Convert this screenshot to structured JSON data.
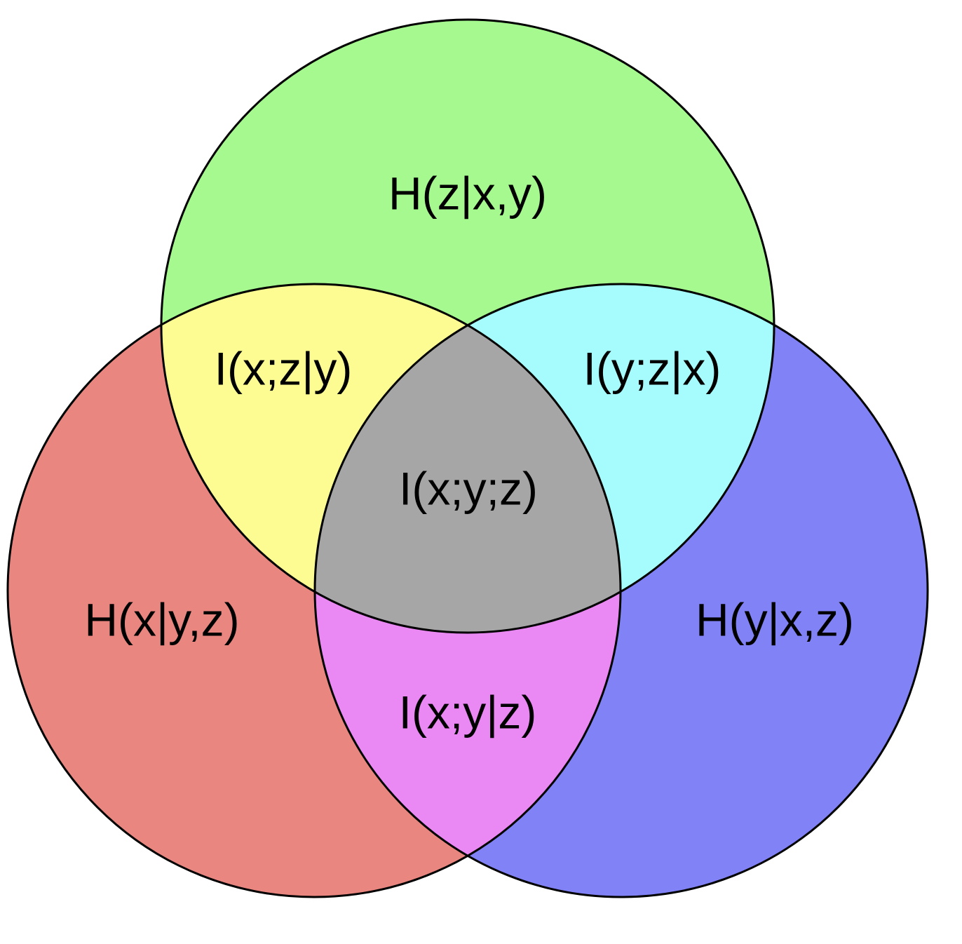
{
  "diagram": {
    "type": "venn-3",
    "colors": {
      "background": "#ffffff",
      "outline": "#000000",
      "z_only": "#a6f98f",
      "x_only": "#ea8680",
      "y_only": "#8082f6",
      "x_and_z": "#fcfc92",
      "y_and_z": "#a6fcfc",
      "x_and_y": "#ea88f4",
      "x_and_y_and_z": "#a6a6a6"
    },
    "regions": {
      "z_only": "H(z|x,y)",
      "x_only": "H(x|y,z)",
      "y_only": "H(y|x,z)",
      "x_and_z": "I(x;z|y)",
      "y_and_z": "I(y;z|x)",
      "x_and_y": "I(x;y|z)",
      "x_and_y_and_z": "I(x;y;z)"
    }
  }
}
